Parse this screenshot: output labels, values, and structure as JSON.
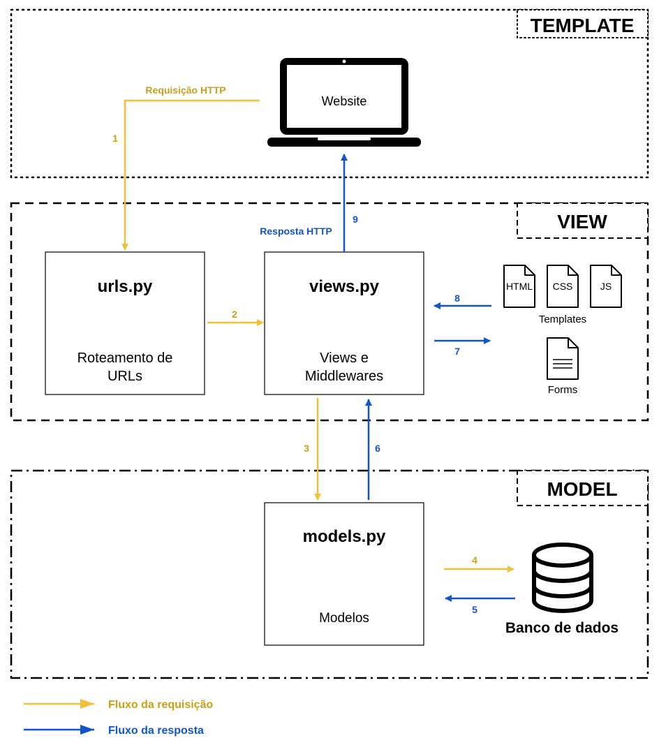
{
  "colors": {
    "request": "#F2C037",
    "request_text": "#C9A014",
    "response": "#1155CC",
    "response_text": "#1155CC",
    "stroke": "#000000",
    "background": "#FFFFFF"
  },
  "layers": {
    "template": {
      "title": "TEMPLATE"
    },
    "view": {
      "title": "VIEW"
    },
    "model": {
      "title": "MODEL"
    }
  },
  "website": {
    "label": "Website",
    "icon": "laptop-icon"
  },
  "boxes": {
    "urls": {
      "title": "urls.py",
      "subtitle_line1": "Roteamento de",
      "subtitle_line2": "URLs"
    },
    "views": {
      "title": "views.py",
      "subtitle_line1": "Views e",
      "subtitle_line2": "Middlewares"
    },
    "models": {
      "title": "models.py",
      "subtitle": "Modelos"
    }
  },
  "files": {
    "html": "HTML",
    "css": "CSS",
    "js": "JS",
    "templates_label": "Templates",
    "forms_label": "Forms"
  },
  "database": {
    "label": "Banco de dados",
    "icon": "database-icon"
  },
  "arrows": {
    "a1": {
      "number": "1",
      "label": "Requisição HTTP",
      "flow": "request"
    },
    "a2": {
      "number": "2",
      "flow": "request"
    },
    "a3": {
      "number": "3",
      "flow": "request"
    },
    "a4": {
      "number": "4",
      "flow": "request"
    },
    "a5": {
      "number": "5",
      "flow": "response"
    },
    "a6": {
      "number": "6",
      "flow": "response"
    },
    "a7": {
      "number": "7",
      "flow": "response"
    },
    "a8": {
      "number": "8",
      "flow": "response"
    },
    "a9": {
      "number": "9",
      "label": "Resposta HTTP",
      "flow": "response"
    }
  },
  "legend": {
    "request": "Fluxo da requisição",
    "response": "Fluxo da resposta"
  }
}
